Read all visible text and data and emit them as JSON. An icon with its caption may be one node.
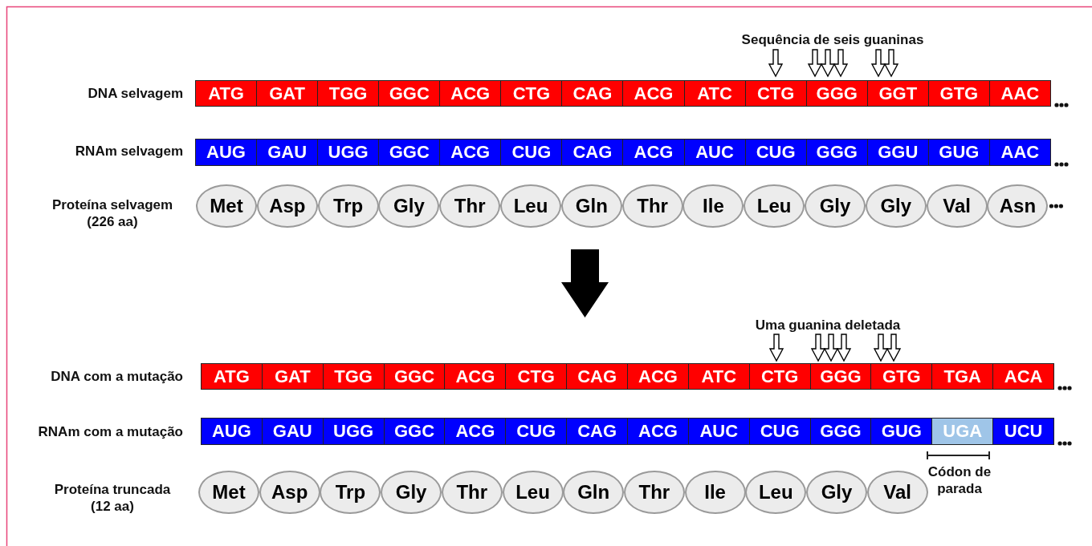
{
  "diagram": {
    "nodes": [
      {
        "text": [
          "ATG"
        ]
      },
      {
        "text": [
          "GAT"
        ]
      },
      {
        "text": [
          "TGG"
        ]
      },
      {
        "text": [
          "GGC"
        ]
      },
      {
        "text": [
          "ACG"
        ]
      },
      {
        "text": [
          "CTG"
        ]
      },
      {
        "text": [
          "CAG"
        ]
      },
      {
        "text": [
          "ACG"
        ]
      },
      {
        "text": [
          "ATC"
        ]
      },
      {
        "text": [
          "CTG"
        ]
      },
      {
        "text": [
          "GGG"
        ]
      },
      {
        "text": [
          "GGT"
        ]
      },
      {
        "text": [
          "GTG"
        ]
      },
      {
        "text": [
          "AAC"
        ]
      },
      {
        "text": [
          "AUG"
        ]
      },
      {
        "text": [
          "GAU"
        ]
      },
      {
        "text": [
          "UGG"
        ]
      },
      {
        "text": [
          "GGC"
        ]
      },
      {
        "text": [
          "ACG"
        ]
      },
      {
        "text": [
          "CUG"
        ]
      },
      {
        "text": [
          "CAG"
        ]
      },
      {
        "text": [
          "ACG"
        ]
      },
      {
        "text": [
          "AUC"
        ]
      },
      {
        "text": [
          "CUG"
        ]
      },
      {
        "text": [
          "GGG"
        ]
      },
      {
        "text": [
          "GGU"
        ]
      },
      {
        "text": [
          "GUG"
        ]
      },
      {
        "text": [
          "AAC"
        ]
      },
      {
        "text": [
          "Met"
        ]
      },
      {
        "text": [
          "Asp"
        ]
      },
      {
        "text": [
          "Trp"
        ]
      },
      {
        "text": [
          "Gly"
        ]
      },
      {
        "text": [
          "Thr"
        ]
      },
      {
        "text": [
          "Leu"
        ]
      },
      {
        "text": [
          "Gln"
        ]
      },
      {
        "text": [
          "Thr"
        ]
      },
      {
        "text": [
          "Ile"
        ]
      },
      {
        "text": [
          "Leu"
        ]
      },
      {
        "text": [
          "Gly"
        ]
      },
      {
        "text": [
          "Gly"
        ]
      },
      {
        "text": [
          "Val"
        ]
      },
      {
        "text": [
          "Asn"
        ]
      },
      {
        "text": [
          "ATG"
        ]
      },
      {
        "text": [
          "GAT"
        ]
      },
      {
        "text": [
          "TGG"
        ]
      },
      {
        "text": [
          "GGC"
        ]
      },
      {
        "text": [
          "ACG"
        ]
      },
      {
        "text": [
          "CTG"
        ]
      },
      {
        "text": [
          "CAG"
        ]
      },
      {
        "text": [
          "ACG"
        ]
      },
      {
        "text": [
          "ATC"
        ]
      },
      {
        "text": [
          "CTG"
        ]
      },
      {
        "text": [
          "GGG"
        ]
      },
      {
        "text": [
          "GTG"
        ]
      },
      {
        "text": [
          "TGA"
        ]
      },
      {
        "text": [
          "ACA"
        ]
      },
      {
        "text": [
          "AUG"
        ]
      },
      {
        "text": [
          "GAU"
        ]
      },
      {
        "text": [
          "UGG"
        ]
      },
      {
        "text": [
          "GGC"
        ]
      },
      {
        "text": [
          "ACG"
        ]
      },
      {
        "text": [
          "CUG"
        ]
      },
      {
        "text": [
          "CAG"
        ]
      },
      {
        "text": [
          "ACG"
        ]
      },
      {
        "text": [
          "AUC"
        ]
      },
      {
        "text": [
          "CUG"
        ]
      },
      {
        "text": [
          "GGG"
        ]
      },
      {
        "text": [
          "GUG"
        ]
      },
      {
        "text": [
          "UGA"
        ]
      },
      {
        "text": [
          "UCU"
        ]
      },
      {
        "text": [
          "Met"
        ]
      },
      {
        "text": [
          "Asp"
        ]
      },
      {
        "text": [
          "Trp"
        ]
      },
      {
        "text": [
          "Gly"
        ]
      },
      {
        "text": [
          "Thr"
        ]
      },
      {
        "text": [
          "Leu"
        ]
      },
      {
        "text": [
          "Gln"
        ]
      },
      {
        "text": [
          "Thr"
        ]
      },
      {
        "text": [
          "Ile"
        ]
      },
      {
        "text": [
          "Leu"
        ]
      },
      {
        "text": [
          "Gly"
        ]
      },
      {
        "text": [
          "Val"
        ]
      }
    ],
    "labels": [
      "Sequência de seis guaninas",
      "DNA selvagem",
      "RNAm selvagem",
      "Proteína selvagem (226 aa)",
      "Uma guanina deletada",
      "DNA com a mutação",
      "RNAm com a mutação",
      "Proteína truncada (12 aa)",
      "Códon de parada"
    ]
  }
}
